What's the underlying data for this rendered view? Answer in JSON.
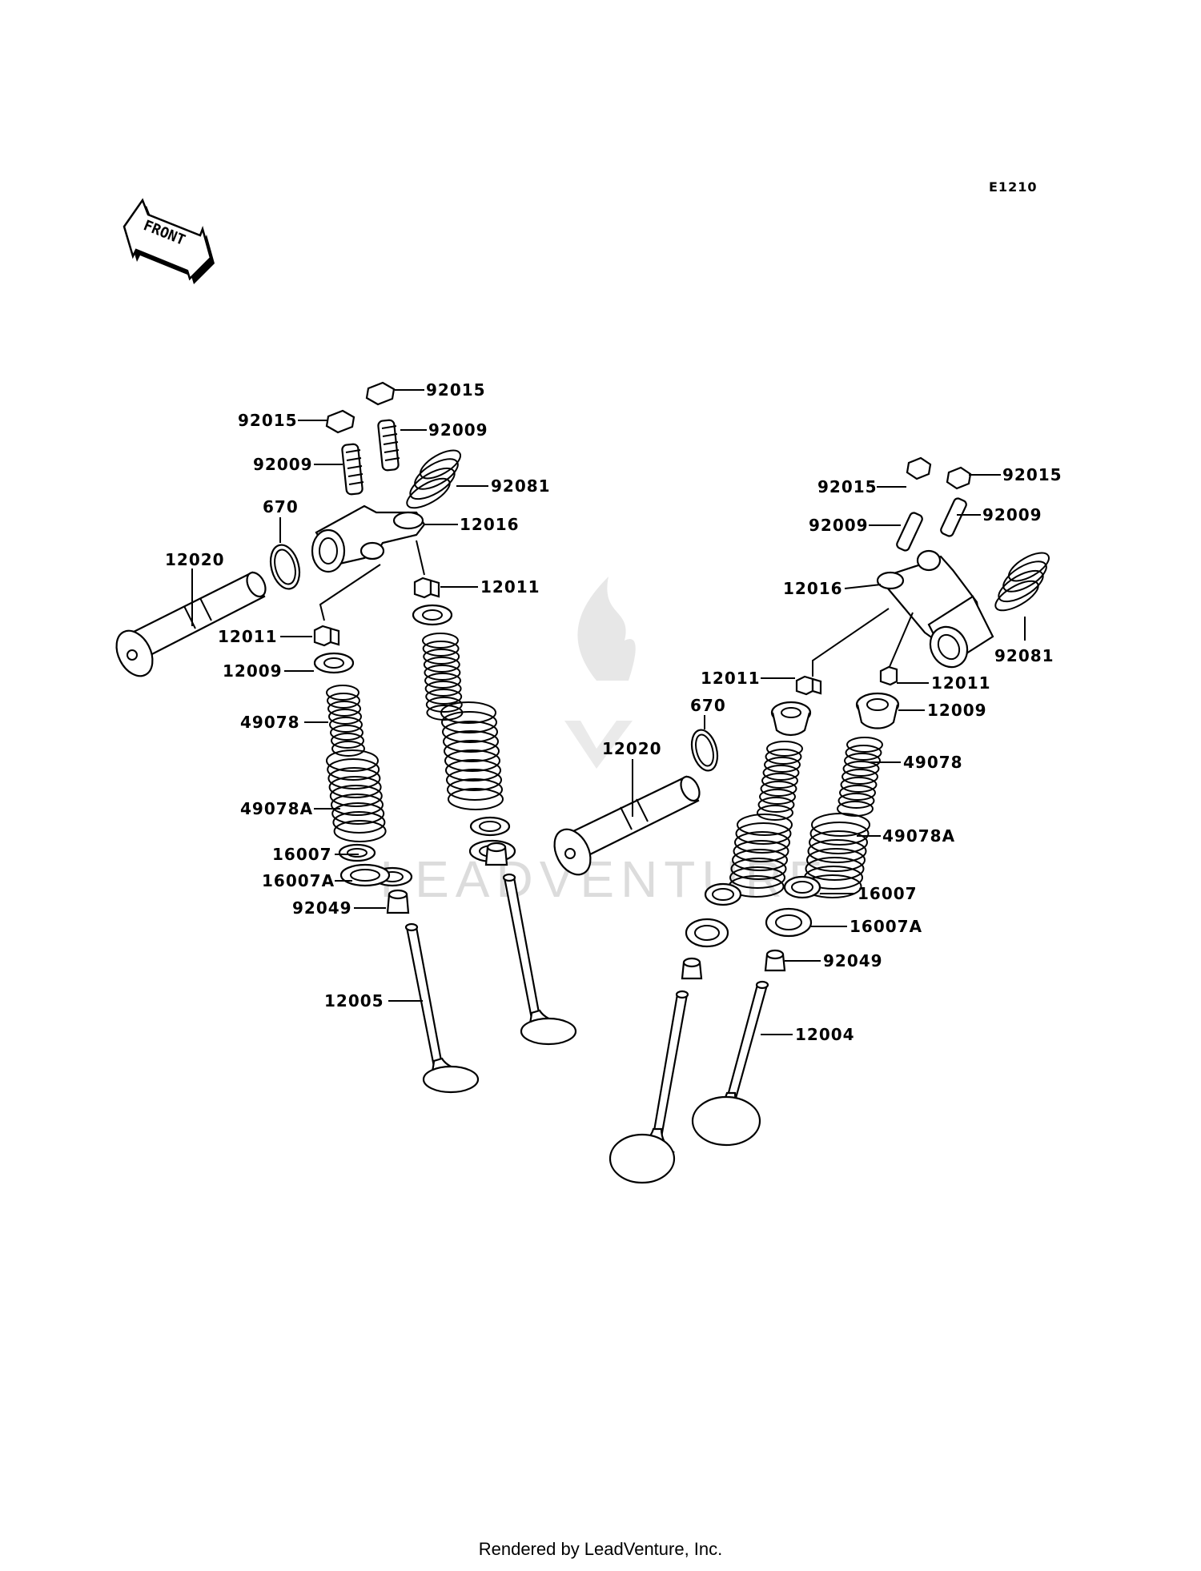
{
  "diagram_code": "E1210",
  "front_label": "FRONT",
  "watermark_text": "LEADVENTURE",
  "footer_text": "Rendered by LeadVenture, Inc.",
  "left_assembly": {
    "labels": [
      "92015",
      "92015",
      "92009",
      "92009",
      "92081",
      "670",
      "12016",
      "12020",
      "12011",
      "12011",
      "12009",
      "49078",
      "49078A",
      "16007",
      "16007A",
      "92049",
      "12005"
    ]
  },
  "right_assembly": {
    "labels": [
      "92015",
      "92015",
      "92009",
      "92009",
      "12016",
      "92081",
      "12011",
      "12011",
      "12009",
      "670",
      "12020",
      "49078",
      "49078A",
      "16007",
      "16007A",
      "92049",
      "12004"
    ]
  }
}
